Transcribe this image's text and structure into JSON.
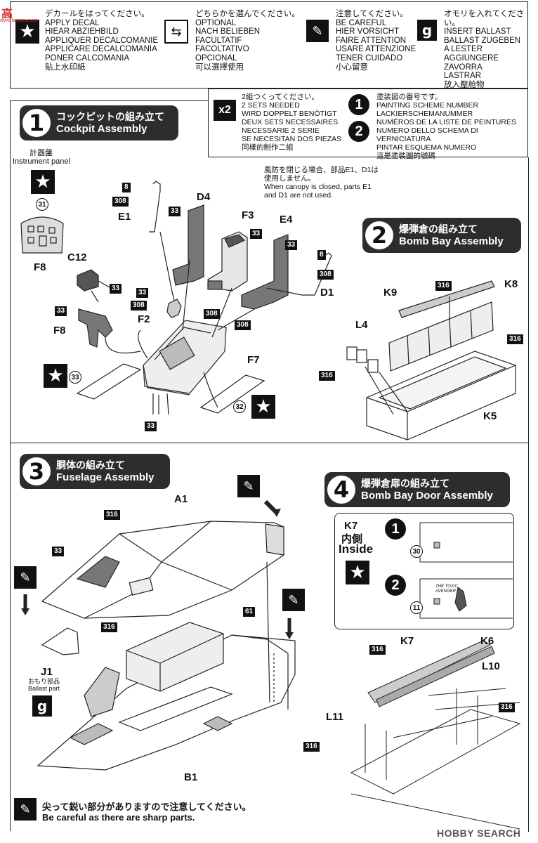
{
  "legend": {
    "decal": {
      "icon": "star-icon",
      "lines": [
        "デカールをはってください。",
        "APPLY DECAL",
        "HIEAR ABZIEHBILD",
        "APPLIQUER DECALCOMANIE",
        "APPLICARE DECALCOMANIA",
        "PONER CALCOMANIA",
        "貼上水印紙"
      ]
    },
    "optional": {
      "icon": "arrows-icon",
      "lines": [
        "どちらかを選んでください。",
        "OPTIONAL",
        "NACH BELIEBEN",
        "FACULTATIF",
        "FACOLTATIVO",
        "OPCIONAL",
        "可以選擇使用"
      ]
    },
    "careful": {
      "icon": "caution-icon",
      "lines": [
        "注意してください。",
        "BE CAREFUL",
        "HIER VORSICHT",
        "FAIRE ATTENTION",
        "USARE ATTENZIONE",
        "TENER CUIDADO",
        "小心留意"
      ]
    },
    "ballast": {
      "icon": "ballast-icon",
      "symbol": "g",
      "lines": [
        "オモリを入れてください。",
        "INSERT BALLAST",
        "BALLAST ZUGEBEN",
        "A LESTER",
        "AGGIUNGERE ZAVORRA",
        "LASTRAR",
        "放入壓舱物"
      ]
    },
    "twice": {
      "symbol": "x2",
      "lines": [
        "2組つくってください。",
        "2 SETS NEEDED",
        "WIRD DOPPELT BENÖTIGT",
        "DEUX SETS NECESSAIRES",
        "NECESSARIE 2 SERIE",
        "SE NECESITAN DOS PIEZAS",
        "同樣的制作二組"
      ]
    },
    "scheme": {
      "symbols": [
        "1",
        "2"
      ],
      "lines": [
        "塗装図の番号です。",
        "PAINTING SCHEME NUMBER",
        "LACKIERSCHEMANUMMER",
        "NUMÉROS DE LA LISTE DE PEINTURES",
        "NUMERO DELLO SCHEMA DI VERNICIATURA",
        "PINTAR ESQUEMA NUMERO",
        "這是塗裝圖的號碼"
      ]
    }
  },
  "steps": {
    "s1": {
      "num": "1",
      "jp": "コックピットの組み立て",
      "en": "Cockpit Assembly"
    },
    "s2": {
      "num": "2",
      "jp": "爆弾倉の組み立て",
      "en": "Bomb Bay Assembly"
    },
    "s3": {
      "num": "3",
      "jp": "胴体の組み立て",
      "en": "Fuselage Assembly"
    },
    "s4": {
      "num": "4",
      "jp": "爆弾倉扉の組み立て",
      "en": "Bomb Bay Door Assembly"
    }
  },
  "cockpit": {
    "instrument_jp": "計器盤",
    "instrument_en": "Instrument panel",
    "note_jp": [
      "風防を閉じる場合、部品E1、D1は",
      "使用しません。"
    ],
    "note_en": [
      "When canopy is closed, parts E1",
      "and D1 are not used."
    ],
    "parts": {
      "f8a": "F8",
      "c12": "C12",
      "f8b": "F8",
      "e1": "E1",
      "d4": "D4",
      "f3": "F3",
      "e4": "E4",
      "d1": "D1",
      "f2": "F2",
      "f7": "F7"
    },
    "colors": {
      "c8a": "8",
      "c308a": "308",
      "c33a": "33",
      "c33b": "33",
      "c33c": "33",
      "c33d": "33",
      "c308b": "308",
      "c8b": "8",
      "c308c": "308",
      "c33e": "33",
      "c33f": "33",
      "c308d": "308",
      "c33g": "33",
      "c308e": "308",
      "c33h": "33"
    },
    "decals": {
      "d31": "31",
      "d33": "33",
      "d32": "32"
    }
  },
  "bombbay": {
    "parts": {
      "k9": "K9",
      "k8": "K8",
      "l4": "L4",
      "k5": "K5"
    },
    "colors": {
      "c316a": "316",
      "c316b": "316",
      "c316c": "316"
    }
  },
  "fuselage": {
    "parts": {
      "a1": "A1",
      "j1": "J1",
      "b1": "B1"
    },
    "ballast_jp": "おもり部品",
    "ballast_en": "Ballast part",
    "colors": {
      "c316a": "316",
      "c33": "33",
      "c316b": "316",
      "c61": "61"
    }
  },
  "door": {
    "k7": "K7",
    "inside_jp": "内側",
    "inside_en": "Inside",
    "scheme1_decal": "30",
    "scheme2_decal": "11",
    "scheme2_text": [
      "THE TOXIC",
      "AVENGER"
    ],
    "parts": {
      "k7": "K7",
      "k6": "K6",
      "l10": "L10",
      "l11": "L11"
    },
    "colors": {
      "c316a": "316",
      "c316b": "316",
      "c316c": "316"
    }
  },
  "footer": {
    "jp": "尖って鋭い部分がありますので注意してください。",
    "en": "Be careful as there are sharp parts.",
    "watermark": "HOBBY SEARCH"
  },
  "site_mark": "www.tamoru.com"
}
